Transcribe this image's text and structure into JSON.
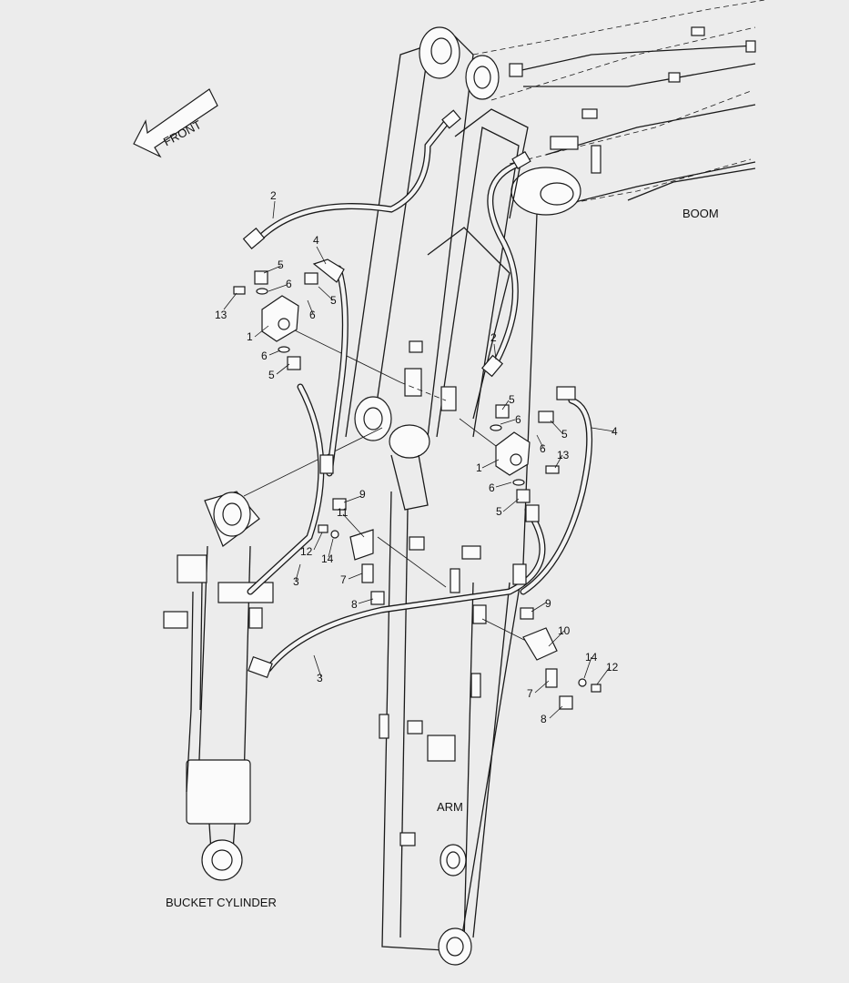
{
  "labels": {
    "front": "FRONT",
    "boom": "BOOM",
    "arm": "ARM",
    "bucket_cylinder": "BUCKET CYLINDER"
  },
  "callouts": {
    "l_2": "2",
    "l_4": "4",
    "l_5a": "5",
    "l_6a": "6",
    "l_5b": "5",
    "l_6b": "6",
    "l_13": "13",
    "l_1": "1",
    "l_6c": "6",
    "l_5c": "5",
    "r_2": "2",
    "r_5a": "5",
    "r_6a": "6",
    "r_4": "4",
    "r_5b": "5",
    "r_6b": "6",
    "r_13": "13",
    "r_1": "1",
    "r_6c": "6",
    "r_5c": "5",
    "m_9": "9",
    "m_11": "11",
    "m_12": "12",
    "m_14": "14",
    "m_7": "7",
    "m_8": "8",
    "l_3": "3",
    "b_3": "3",
    "r_9": "9",
    "r_10": "10",
    "r_14": "14",
    "r_12": "12",
    "r_7": "7",
    "r_8": "8"
  },
  "colors": {
    "background": "#ececec",
    "line": "#1a1a1a"
  }
}
